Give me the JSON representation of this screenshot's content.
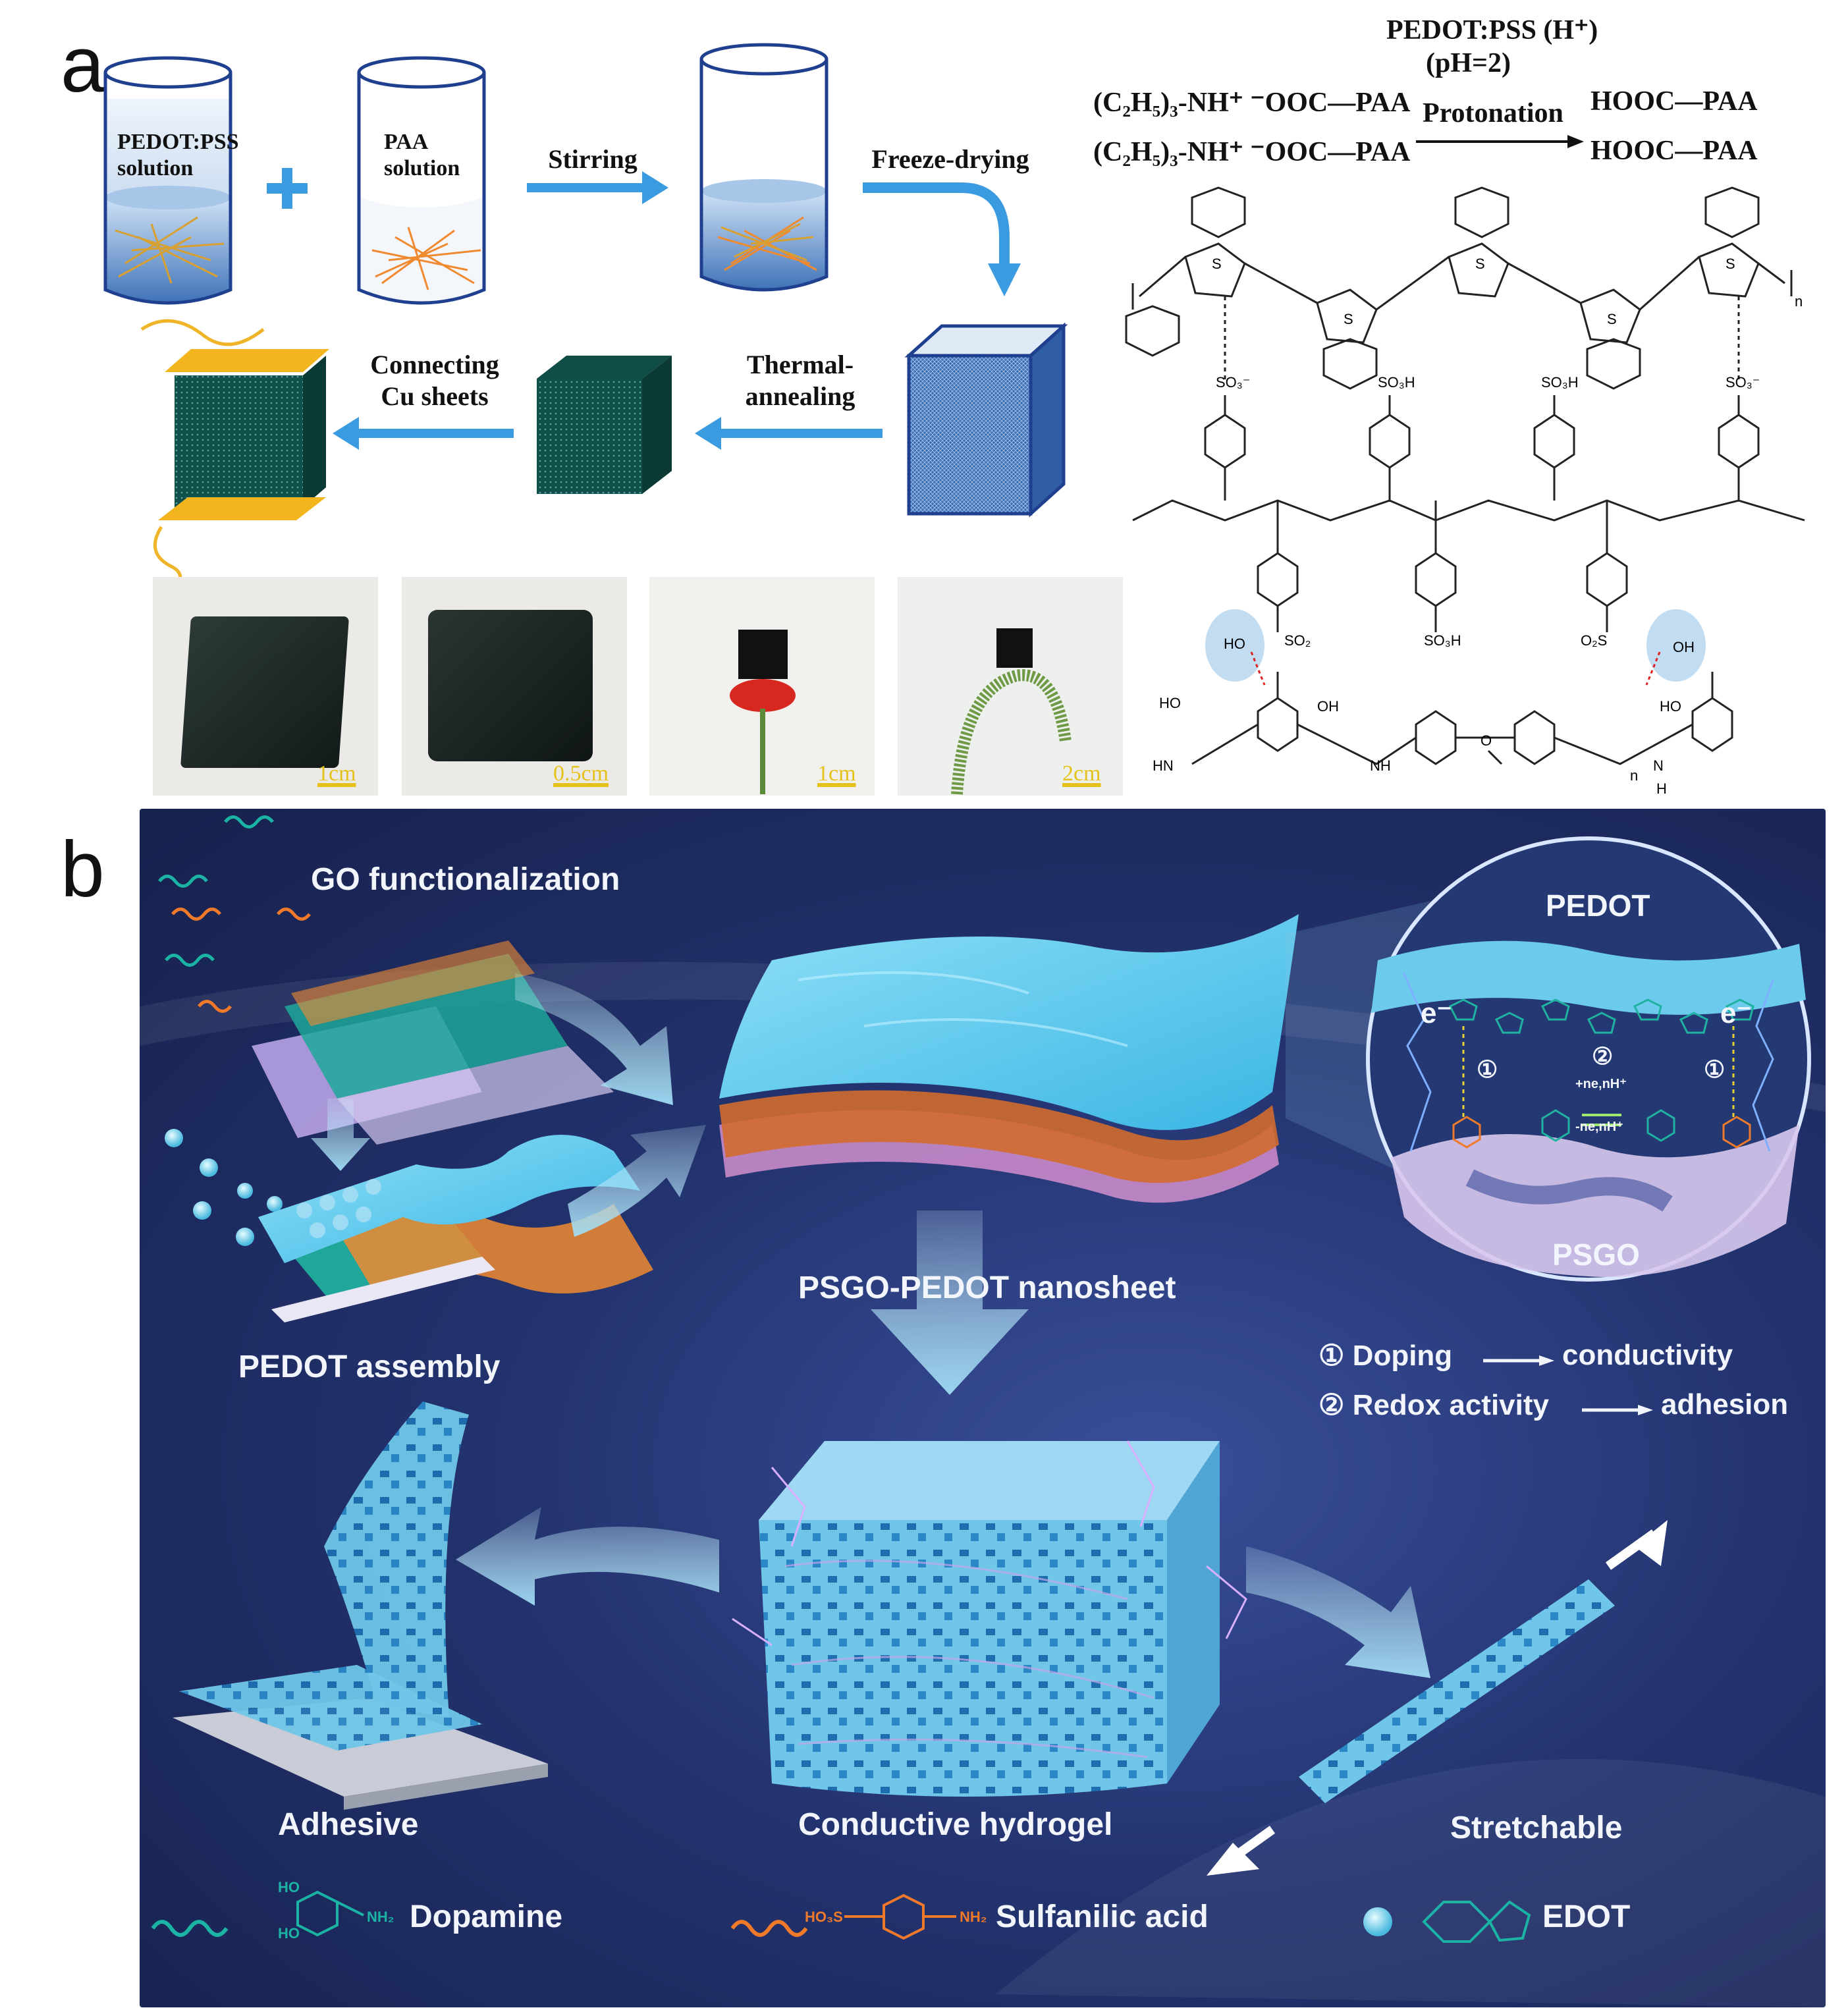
{
  "panel_a": {
    "letter": "a",
    "beaker1": [
      "PEDOT:PSS",
      "solution"
    ],
    "beaker2": [
      "PAA",
      "solution"
    ],
    "step_stirring": "Stirring",
    "step_freeze": "Freeze-drying",
    "step_thermal": [
      "Thermal-",
      "annealing"
    ],
    "step_connect": [
      "Connecting",
      "Cu sheets"
    ],
    "scale_bars": [
      "1cm",
      "0.5cm",
      "1cm",
      "2cm"
    ],
    "reaction": {
      "reagent": "PEDOT:PSS (H⁺)",
      "ph": "(pH=2)",
      "left1": "(C₂H₅)₃-NH⁺ ⁻OOC—PAA",
      "left2": "(C₂H₅)₃-NH⁺ ⁻OOC—PAA",
      "arrow": "Protonation",
      "right1": "HOOC—PAA",
      "right2": "HOOC—PAA"
    },
    "structure_labels": {
      "so3m": "SO₃⁻",
      "so3h": "SO₃H",
      "so2": "SO₂",
      "o2s": "O₂S",
      "ho": "HO",
      "oh": "OH",
      "hn": "HN",
      "nh": "NH",
      "n": "N",
      "h": "H",
      "o": "O",
      "s": "S",
      "sub_n": "n"
    }
  },
  "panel_b": {
    "letter": "b",
    "go_functionalization": "GO functionalization",
    "pedot_assembly": "PEDOT assembly",
    "nanosheet": "PSGO-PEDOT nanosheet",
    "pedot": "PEDOT",
    "psgo": "PSGO",
    "electron": "e⁻",
    "mark1": "①",
    "mark2": "②",
    "redox_top": "+ne,nH⁺",
    "redox_bottom": "-ne,nH⁺",
    "doping": "① Doping",
    "conductivity": "conductivity",
    "redox": "② Redox activity",
    "adhesion": "adhesion",
    "adhesive": "Adhesive",
    "hydrogel": "Conductive hydrogel",
    "stretchable": "Stretchable",
    "legend": {
      "dopamine": "Dopamine",
      "sulfanilic": "Sulfanilic acid",
      "edot": "EDOT",
      "ho": "HO",
      "nh2": "NH₂",
      "ho3s": "HO₃S"
    },
    "colors": {
      "background": "#1c2a63",
      "teal": "#1bb3a3",
      "orange": "#f07a2a",
      "sheet": "#5fc9ec"
    }
  }
}
